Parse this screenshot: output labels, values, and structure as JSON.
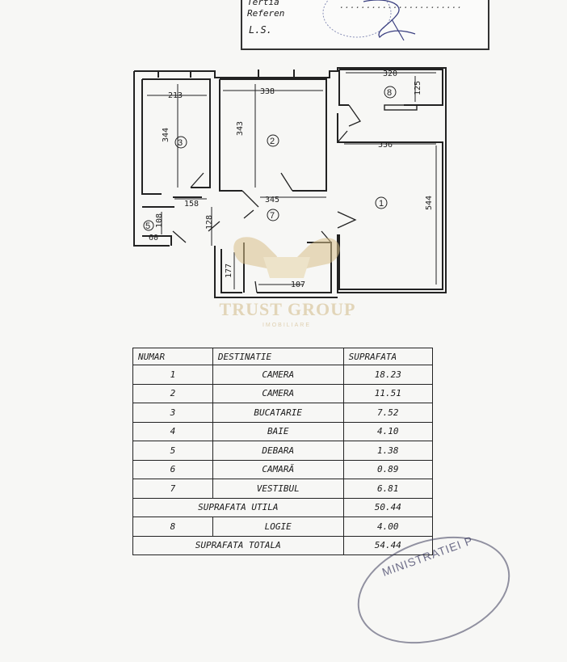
{
  "stamp_top": {
    "line1": "Tertia",
    "line2": "Referen",
    "line3": "L.S.",
    "partial": "......................."
  },
  "plan": {
    "dimensions": {
      "d213": "213",
      "d338": "338",
      "d320": "320",
      "d125": "125",
      "d344": "344",
      "d343": "343",
      "d336": "336",
      "d544": "544",
      "d158": "158",
      "d345": "345",
      "d128": "128",
      "d108": "108",
      "d60": "60",
      "d177": "177",
      "d107": "107"
    },
    "rooms": {
      "r1": "1",
      "r2": "2",
      "r3": "3",
      "r5": "5",
      "r7": "7",
      "r8": "8"
    }
  },
  "watermark": {
    "name": "TRUST GROUP",
    "sub": "IMOBILIARE"
  },
  "table": {
    "headers": [
      "NUMAR",
      "DESTINATIE",
      "SUPRAFATA"
    ],
    "rows": [
      {
        "num": "1",
        "dest": "CAMERA",
        "area": "18.23"
      },
      {
        "num": "2",
        "dest": "CAMERA",
        "area": "11.51"
      },
      {
        "num": "3",
        "dest": "BUCATARIE",
        "area": "7.52"
      },
      {
        "num": "4",
        "dest": "BAIE",
        "area": "4.10"
      },
      {
        "num": "5",
        "dest": "DEBARA",
        "area": "1.38"
      },
      {
        "num": "6",
        "dest": "CAMARĂ",
        "area": "0.89"
      },
      {
        "num": "7",
        "dest": "VESTIBUL",
        "area": "6.81"
      }
    ],
    "useful": {
      "label": "SUPRAFATA UTILA",
      "area": "50.44"
    },
    "logia": {
      "num": "8",
      "dest": "LOGIE",
      "area": "4.00"
    },
    "total": {
      "label": "SUPRAFATA TOTALA",
      "area": "54.44"
    }
  },
  "stamp_bottom": {
    "text": "MINISTRATIEI P"
  }
}
